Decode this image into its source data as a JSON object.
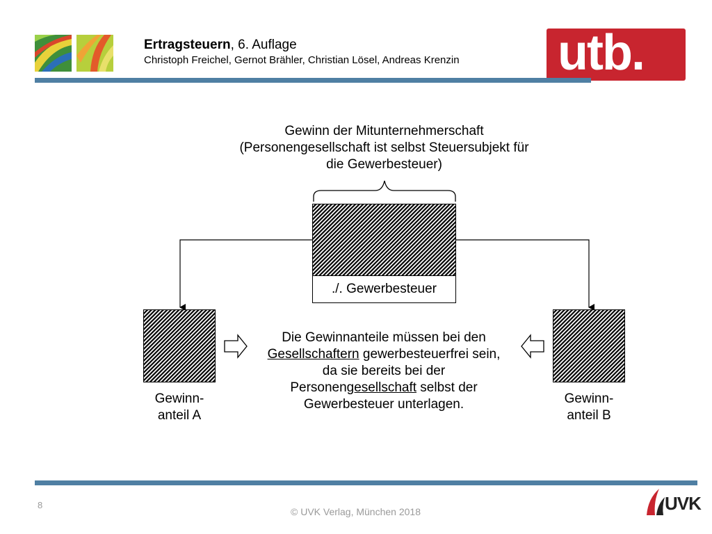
{
  "header": {
    "title_bold": "Ertragsteuern",
    "title_rest": ", 6. Auflage",
    "authors": "Christoph Freichel, Gernot Brähler, Christian Lösel, Andreas Krenzin"
  },
  "logo": {
    "text": "utb.",
    "color": "#c8252f"
  },
  "diagram": {
    "caption_line1": "Gewinn der Mitunternehmerschaft",
    "caption_line2": "(Personengesellschaft ist selbst Steuersubjekt für",
    "caption_line3": "die Gewerbesteuer)",
    "deduction": "./. Gewerbesteuer",
    "share_a_line1": "Gewinn-",
    "share_a_line2": "anteil A",
    "share_b_line1": "Gewinn-",
    "share_b_line2": "anteil B",
    "note": {
      "line1": "Die Gewinnanteile müssen bei den",
      "line2_u": "Gesellschaftern",
      "line2_rest": " gewerbesteuerfrei sein,",
      "line3": "da sie bereits bei der",
      "line4_pre": "Personen",
      "line4_u": "gesellschaft",
      "line4_rest": " selbst der",
      "line5": "Gewerbesteuer unterlagen."
    }
  },
  "footer": {
    "page_number": "8",
    "copyright": "© UVK Verlag, München 2018",
    "publisher_logo": "UVK"
  },
  "colors": {
    "rule": "#4f7fa3",
    "accent": "#c8252f",
    "footer_text": "#9a9a9a"
  }
}
